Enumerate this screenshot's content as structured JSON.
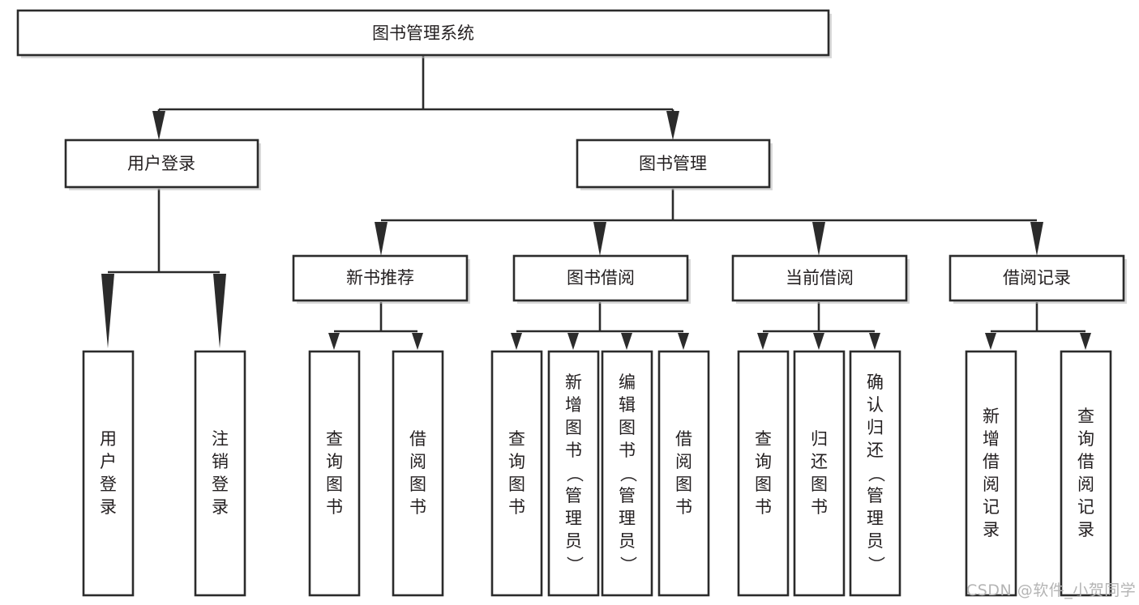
{
  "diagram": {
    "title": "图书管理系统",
    "type": "tree",
    "orientation": "top-down",
    "colors": {
      "box_fill": "#ffffff",
      "box_stroke": "#2b2b2b",
      "text": "#231f20",
      "shadow": "#b9b9b9",
      "watermark": "#b4b4b4",
      "background": "#ffffff"
    },
    "root": {
      "label": "图书管理系统"
    },
    "level2": [
      {
        "label": "用户登录"
      },
      {
        "label": "图书管理"
      }
    ],
    "level3": [
      {
        "label": "新书推荐"
      },
      {
        "label": "图书借阅"
      },
      {
        "label": "当前借阅"
      },
      {
        "label": "借阅记录"
      }
    ],
    "leaves": [
      {
        "label": "用户登录",
        "parent": "用户登录"
      },
      {
        "label": "注销登录",
        "parent": "用户登录"
      },
      {
        "label": "查询图书",
        "parent": "新书推荐"
      },
      {
        "label": "借阅图书",
        "parent": "新书推荐"
      },
      {
        "label": "查询图书",
        "parent": "图书借阅"
      },
      {
        "label": "新增图书（管理员）",
        "parent": "图书借阅"
      },
      {
        "label": "编辑图书（管理员）",
        "parent": "图书借阅"
      },
      {
        "label": "借阅图书",
        "parent": "图书借阅"
      },
      {
        "label": "查询图书",
        "parent": "当前借阅"
      },
      {
        "label": "归还图书",
        "parent": "当前借阅"
      },
      {
        "label": "确认归还（管理员）",
        "parent": "当前借阅"
      },
      {
        "label": "新增借阅记录",
        "parent": "借阅记录"
      },
      {
        "label": "查询借阅记录",
        "parent": "借阅记录"
      }
    ]
  },
  "watermark": {
    "text": "CSDN @软件_小贺同学"
  }
}
